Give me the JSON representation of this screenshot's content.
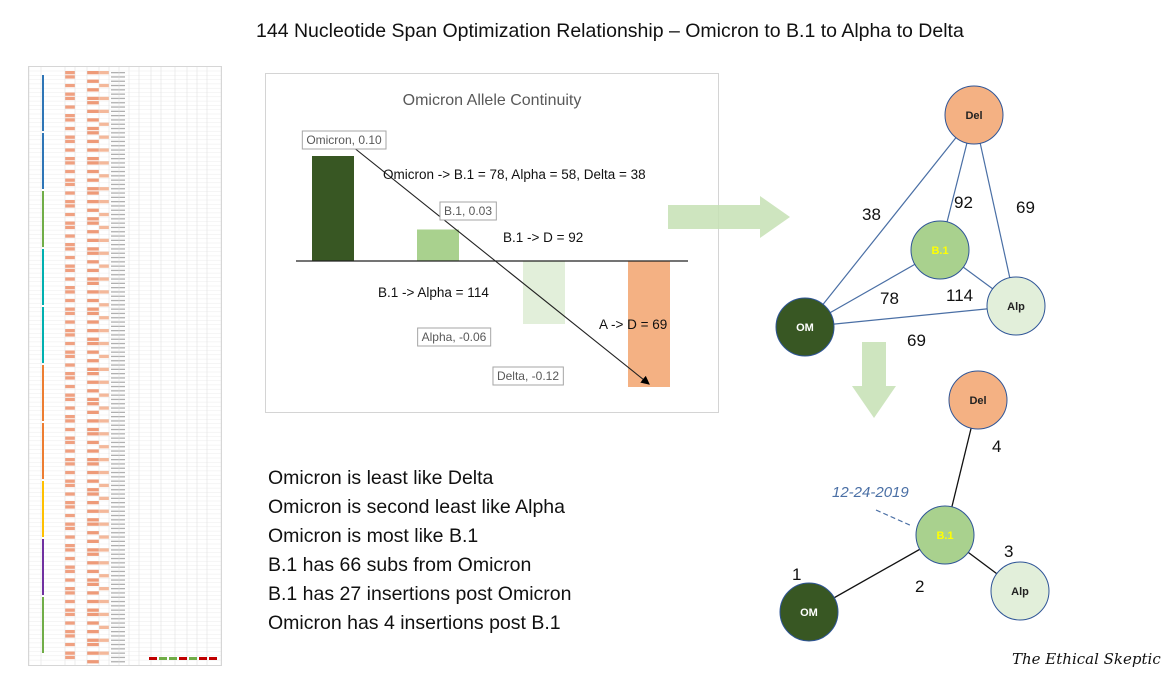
{
  "title": "144 Nucleotide Span Optimization Relationship – Omicron to B.1 to Alpha to Delta",
  "chart_data": {
    "type": "bar",
    "title": "Omicron Allele Continuity",
    "categories": [
      "Omicron",
      "B.1",
      "Alpha",
      "Delta"
    ],
    "values": [
      0.1,
      0.03,
      -0.06,
      -0.12
    ],
    "data_labels": [
      "Omicron, 0.10",
      "B.1, 0.03",
      "Alpha, -0.06",
      "Delta, -0.12"
    ],
    "colors": [
      "#385723",
      "#a9d18e",
      "#e2efda",
      "#f4b183"
    ],
    "ylim": [
      -0.13,
      0.11
    ],
    "grid": false,
    "annotations": [
      "Omicron -> B.1 = 78,  Alpha = 58,  Delta = 38",
      "B.1 -> D = 92",
      "B.1 -> Alpha = 114",
      "A -> D = 69"
    ]
  },
  "graph_top": {
    "nodes": [
      "Del",
      "B.1",
      "Alp",
      "OM"
    ],
    "edge_labels": [
      "38",
      "92",
      "69",
      "78",
      "114",
      "69"
    ]
  },
  "graph_bottom": {
    "nodes": [
      "Del",
      "B.1",
      "Alp",
      "OM"
    ],
    "edge_labels": [
      "4",
      "3",
      "2",
      "1"
    ],
    "date": "12-24-2019"
  },
  "notes": [
    "Omicron is least like Delta",
    "Omicron is second least like Alpha",
    "Omicron is most like B.1",
    "B.1 has 66 subs from Omicron",
    "B.1 has 27 insertions post Omicron",
    "Omicron has 4 insertions post B.1"
  ],
  "watermark": "The Ethical Skeptic",
  "colors": {
    "node_om": "#385723",
    "node_b1": "#a9d18e",
    "node_alp": "#e2efda",
    "node_del": "#f4b183",
    "edge_blue": "#4a6fa5",
    "arrow_green": "#c5e0b4"
  }
}
